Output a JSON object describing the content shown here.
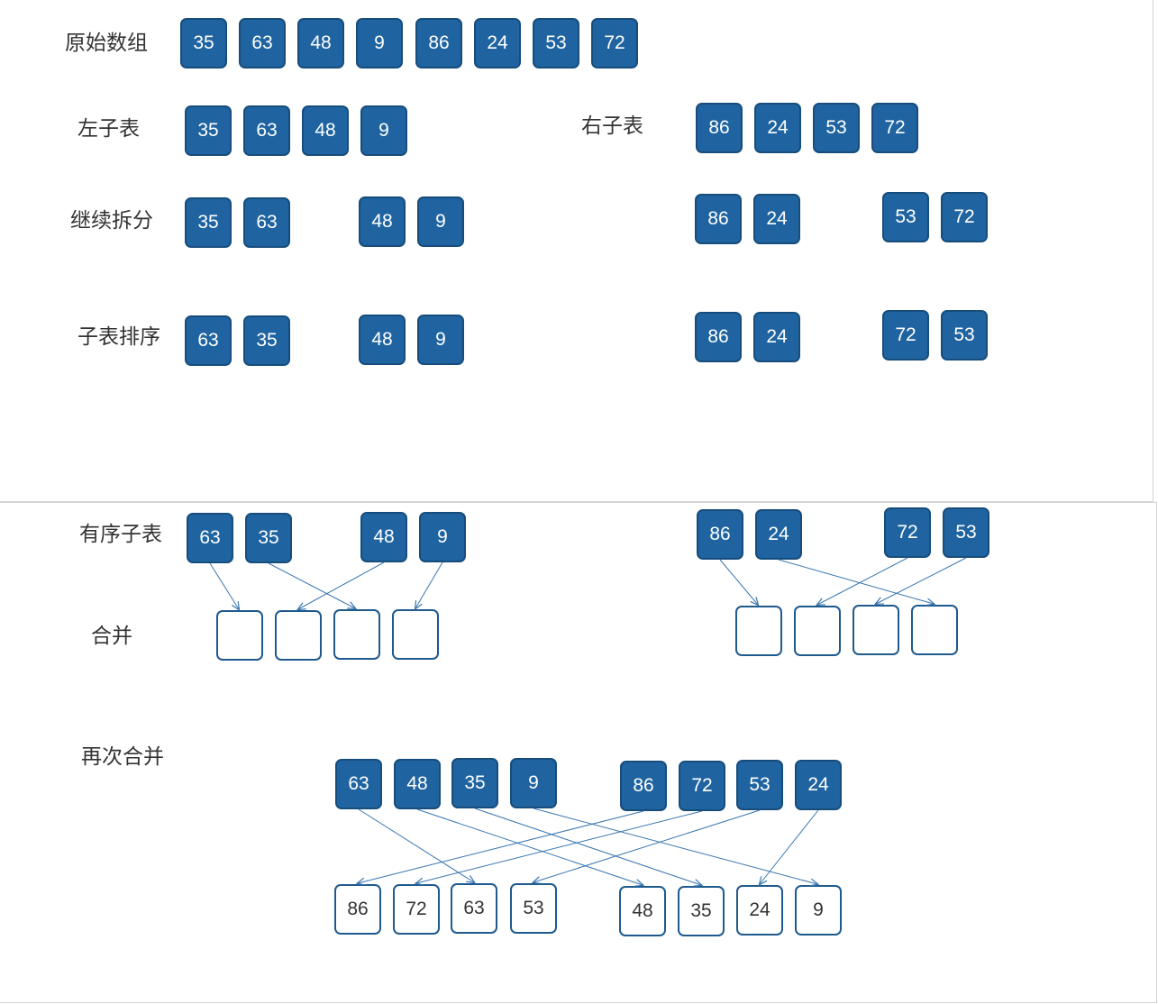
{
  "colors": {
    "box_fill": "#1f64a0",
    "box_border": "#174d7c",
    "outline_border": "#1f5a8e",
    "arrow": "#3a76b0",
    "label": "#333333"
  },
  "labels": {
    "original": "原始数组",
    "left": "左子表",
    "right": "右子表",
    "split": "继续拆分",
    "sort": "子表排序",
    "ordered": "有序子表",
    "merge": "合并",
    "merge_again": "再次合并"
  },
  "original_array": [
    "35",
    "63",
    "48",
    "9",
    "86",
    "24",
    "53",
    "72"
  ],
  "left_sublist": [
    "35",
    "63",
    "48",
    "9"
  ],
  "right_sublist": [
    "86",
    "24",
    "53",
    "72"
  ],
  "split_left": [
    [
      "35",
      "63"
    ],
    [
      "48",
      "9"
    ]
  ],
  "split_right": [
    [
      "86",
      "24"
    ],
    [
      "53",
      "72"
    ]
  ],
  "sorted_left": [
    [
      "63",
      "35"
    ],
    [
      "48",
      "9"
    ]
  ],
  "sorted_right": [
    [
      "86",
      "24"
    ],
    [
      "72",
      "53"
    ]
  ],
  "ordered_left": [
    [
      "63",
      "35"
    ],
    [
      "48",
      "9"
    ]
  ],
  "ordered_right": [
    [
      "86",
      "24"
    ],
    [
      "72",
      "53"
    ]
  ],
  "merge_again_input": {
    "left": [
      "63",
      "48",
      "35",
      "9"
    ],
    "right": [
      "86",
      "72",
      "53",
      "24"
    ]
  },
  "merge_again_result": {
    "left": [
      "86",
      "72",
      "63",
      "53"
    ],
    "right": [
      "48",
      "35",
      "24",
      "9"
    ]
  }
}
